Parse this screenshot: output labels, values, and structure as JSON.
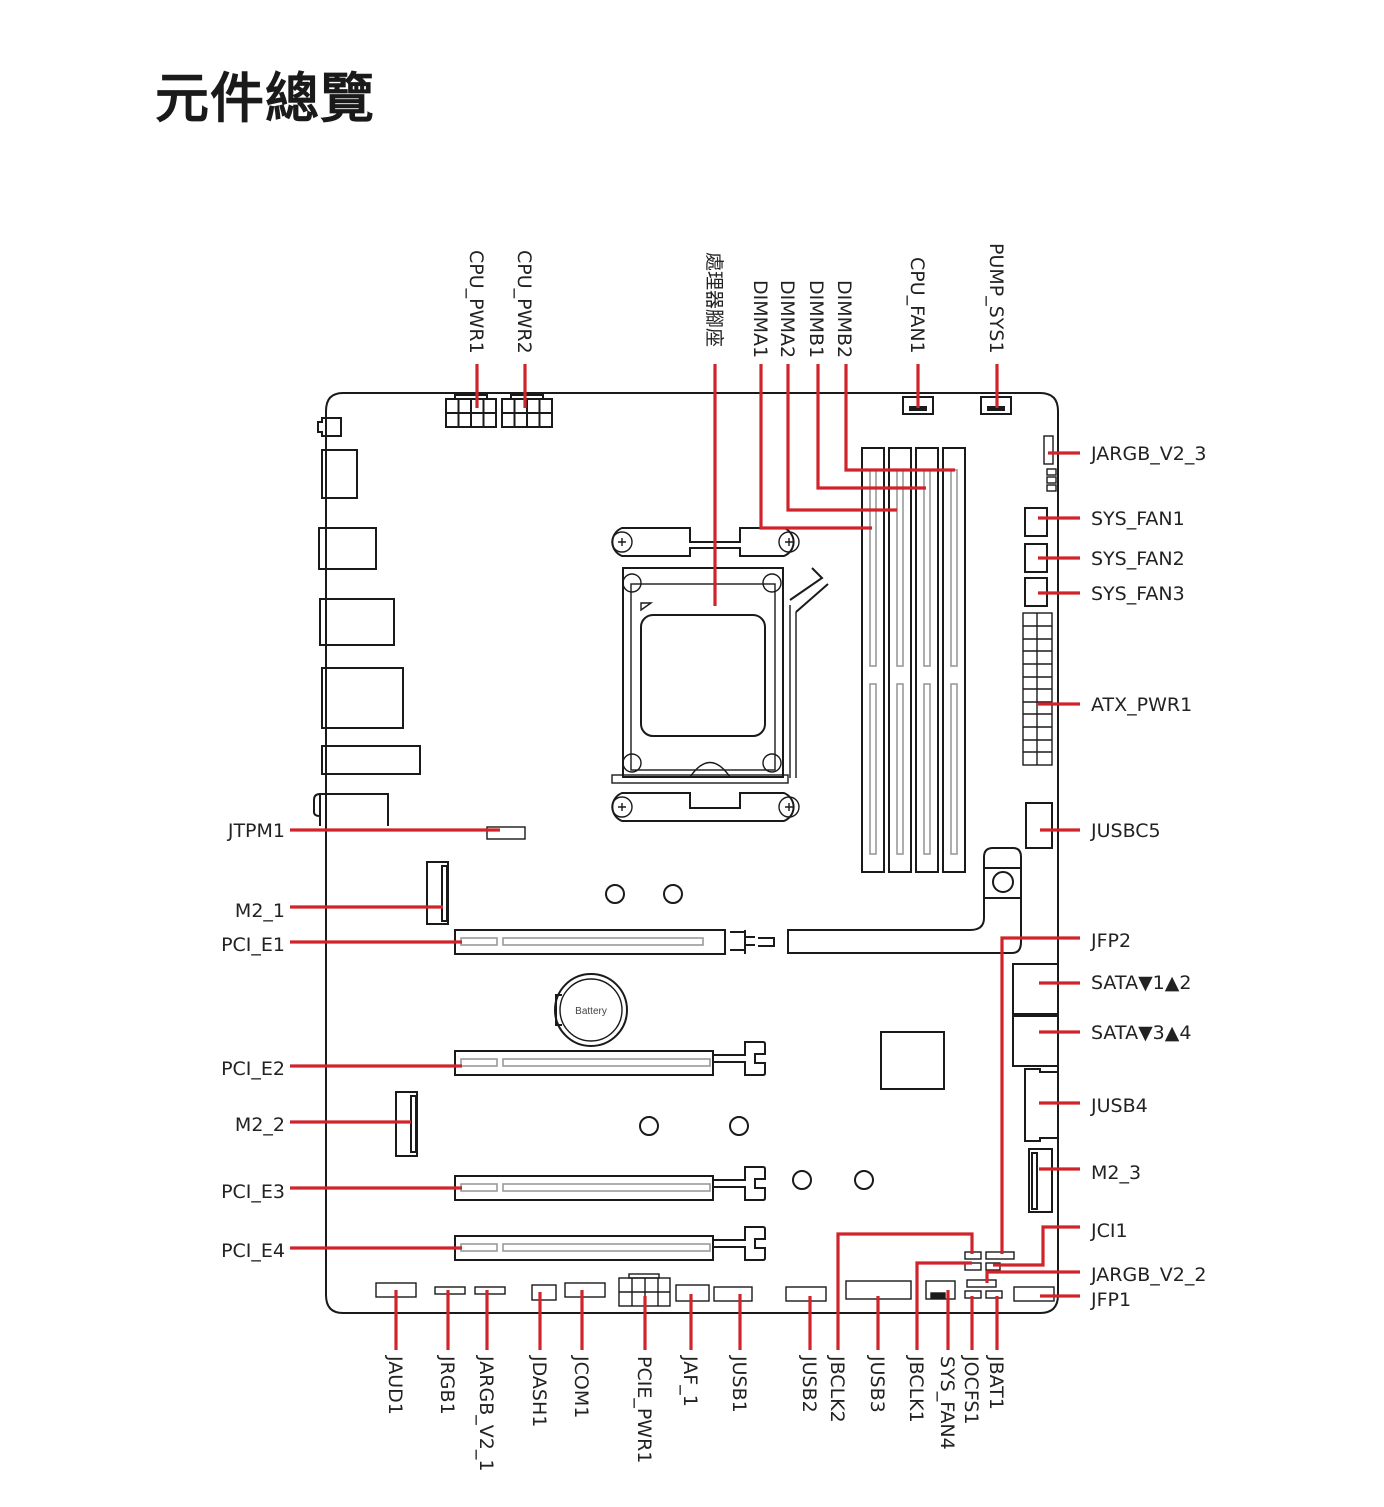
{
  "title": "元件總覽",
  "colors": {
    "leader": "#d0242c",
    "outline": "#1a1a1a",
    "slot_inner": "#9a9a9a"
  },
  "battery_label": "Battery",
  "labels": {
    "top": [
      "CPU_PWR1",
      "CPU_PWR2",
      "處理器腳座",
      "DIMMA1",
      "DIMMA2",
      "DIMMB1",
      "DIMMB2",
      "CPU_FAN1",
      "PUMP_SYS1"
    ],
    "right": [
      "JARGB_V2_3",
      "SYS_FAN1",
      "SYS_FAN2",
      "SYS_FAN3",
      "ATX_PWR1",
      "JUSBC5",
      "JFP2",
      "SATA▼1▲2",
      "SATA▼3▲4",
      "JUSB4",
      "M2_3",
      "JCI1",
      "JARGB_V2_2",
      "JFP1"
    ],
    "left": [
      "JTPM1",
      "M2_1",
      "PCI_E1",
      "PCI_E2",
      "M2_2",
      "PCI_E3",
      "PCI_E4"
    ],
    "bottom": [
      "JAUD1",
      "JRGB1",
      "JARGB_V2_1",
      "JDASH1",
      "JCOM1",
      "PCIE_PWR1",
      "JAF_1",
      "JUSB1",
      "JUSB2",
      "JBCLK2",
      "JUSB3",
      "JBCLK1",
      "SYS_FAN4",
      "JOCFS1",
      "JBAT1"
    ]
  }
}
